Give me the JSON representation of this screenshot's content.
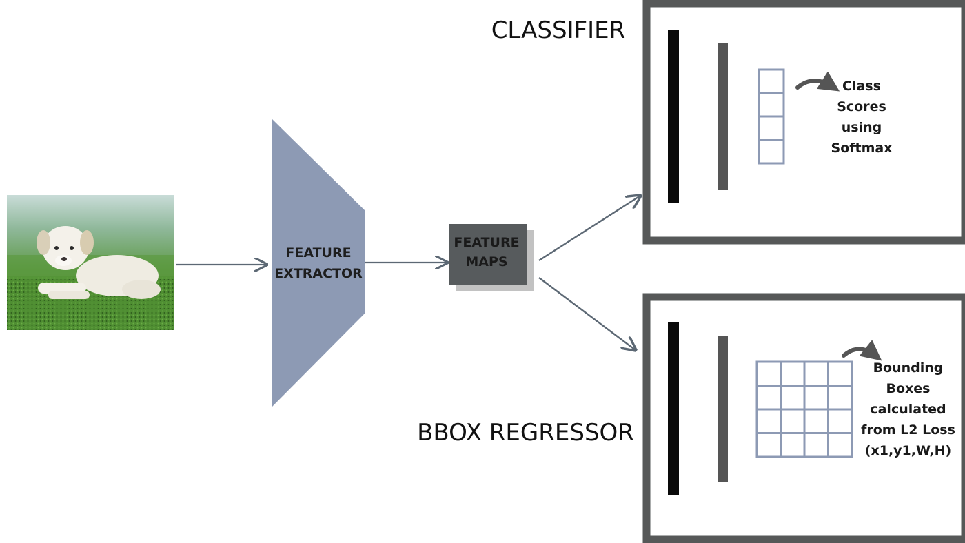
{
  "feature_extractor": {
    "label_lines": [
      "FEATURE",
      "EXTRACTOR"
    ]
  },
  "feature_maps": {
    "label_lines": [
      "FEATURE",
      "MAPS"
    ]
  },
  "classifier": {
    "title": "CLASSIFIER",
    "output_lines": [
      "Class",
      "Scores",
      "using",
      "Softmax"
    ],
    "vector_cells": 4
  },
  "bbox_regressor": {
    "title": "BBOX REGRESSOR",
    "output_lines": [
      "Bounding",
      "Boxes",
      "calculated",
      "from L2 Loss",
      "(x1,y1,W,H)"
    ],
    "grid_rows": 4,
    "grid_cols": 4
  },
  "colors": {
    "trapezoid": "#8d9ab4",
    "feature_maps": "#575b5d",
    "feature_maps_shadow": "#c2c2c2",
    "panel_border": "#565858",
    "arrow": "#5c6874",
    "grid": "#8d9ab4",
    "bar_dark": "#0a0a0a",
    "bar_gray": "#555555"
  },
  "image": {
    "subject": "puppy on grass"
  }
}
